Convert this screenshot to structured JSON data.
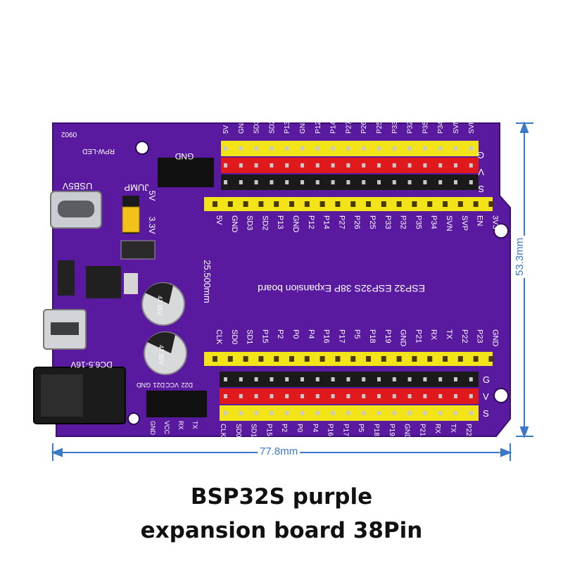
{
  "caption": {
    "line1": "BSP32S purple",
    "line2": "expansion board 38Pin"
  },
  "dimensions": {
    "width_label": "77.8mm",
    "height_label": "53.3mm",
    "spacing_label": "25.500mm"
  },
  "board": {
    "color": "#5a1aa0",
    "title": "ESP32 ESP32S 38P Expansion board",
    "code": "0902",
    "led_label": "RPW-LED",
    "usb_label": "USB5V",
    "jump_label": "JUMP",
    "gnd_label": "GND",
    "v5_label": "5V",
    "v33_label": "3.3V",
    "dc_label": "DC6.5-16V",
    "uart_top": [
      "GND",
      "D21",
      "VCC",
      "D22"
    ],
    "uart_bottom": [
      "GND",
      "VCC",
      "RX",
      "TX"
    ],
    "top_pins": [
      "5V",
      "GND",
      "SD3",
      "SD2",
      "P13",
      "GND",
      "P12",
      "P14",
      "P27",
      "P26",
      "P25",
      "P33",
      "P32",
      "P35",
      "P34",
      "SVN",
      "SVP",
      "EN",
      "3V3"
    ],
    "bottom_pins": [
      "CLK",
      "SD0",
      "SD1",
      "P15",
      "P2",
      "P0",
      "P4",
      "P16",
      "P17",
      "P5",
      "P18",
      "P19",
      "GND",
      "P21",
      "RX",
      "TX",
      "P22",
      "P23",
      "GND"
    ],
    "row_marks": [
      "G",
      "V",
      "S"
    ],
    "cap_labels": [
      "47",
      "35V"
    ]
  },
  "colors": {
    "yellow_header": "#f3e41a",
    "red_header": "#e0191c",
    "black_header": "#1a1a1a",
    "dimension": "#3a78c8"
  }
}
